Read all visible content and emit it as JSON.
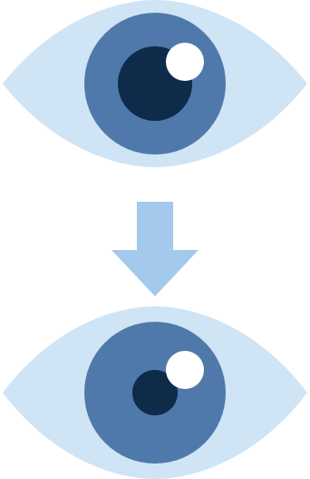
{
  "diagram": {
    "eyes": [
      {
        "id": "before",
        "pupil_state": "dilated"
      },
      {
        "id": "after",
        "pupil_state": "constricted"
      }
    ],
    "arrow_direction": "down"
  },
  "colors": {
    "sclera": "#cfe4f5",
    "iris": "#4f79aa",
    "pupil": "#0e2b4a",
    "highlight": "#ffffff",
    "arrow": "#a3c9ec",
    "background": "#ffffff"
  }
}
